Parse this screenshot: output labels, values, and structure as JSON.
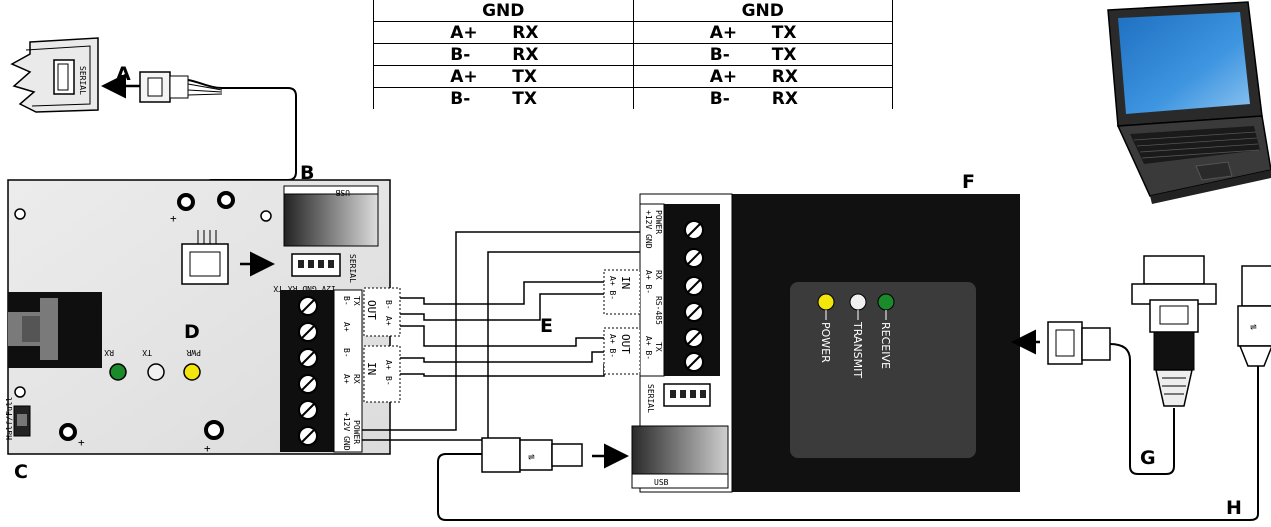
{
  "table": {
    "rows": [
      {
        "left": [
          "GND",
          ""
        ],
        "right": [
          "GND",
          ""
        ]
      },
      {
        "left": [
          "A+",
          "RX"
        ],
        "right": [
          "A+",
          "TX"
        ]
      },
      {
        "left": [
          "B-",
          "RX"
        ],
        "right": [
          "B-",
          "TX"
        ]
      },
      {
        "left": [
          "A+",
          "TX"
        ],
        "right": [
          "A+",
          "RX"
        ]
      },
      {
        "left": [
          "B-",
          "TX"
        ],
        "right": [
          "B-",
          "RX"
        ]
      }
    ]
  },
  "callouts": {
    "a": "A",
    "b": "B",
    "c": "C",
    "d": "D",
    "e": "E",
    "f": "F",
    "g": "G",
    "h": "H"
  },
  "board": {
    "usb": "USB",
    "serial": "SERIAL",
    "header_pins": "12V GND RX TX",
    "half_full": "Half/Full",
    "out": "OUT",
    "in": "IN",
    "tx": "TX",
    "rx": "RX",
    "ap": "A+",
    "bm": "B-",
    "power": "POWER",
    "p12v_gnd": "+12V GND",
    "led_rx": "RX",
    "led_tx": "TX",
    "led_pwr": "PWR"
  },
  "converter": {
    "power": "POWER",
    "p12v_gnd": "+12V GND",
    "ap_bm": "A+  B-",
    "rx": "RX",
    "tx": "TX",
    "rs485": "RS-485",
    "in": "IN",
    "out": "OUT",
    "serial": "SERIAL",
    "usb": "USB",
    "led_power": "POWER",
    "led_transmit": "TRANSMIT",
    "led_receive": "RECEIVE"
  },
  "colors": {
    "led_green": "#1a8a2a",
    "led_yellow": "#f2e60a",
    "led_white": "#f0f0f0",
    "laptop_screen": "#2f86d6",
    "converter_body": "#111111"
  }
}
